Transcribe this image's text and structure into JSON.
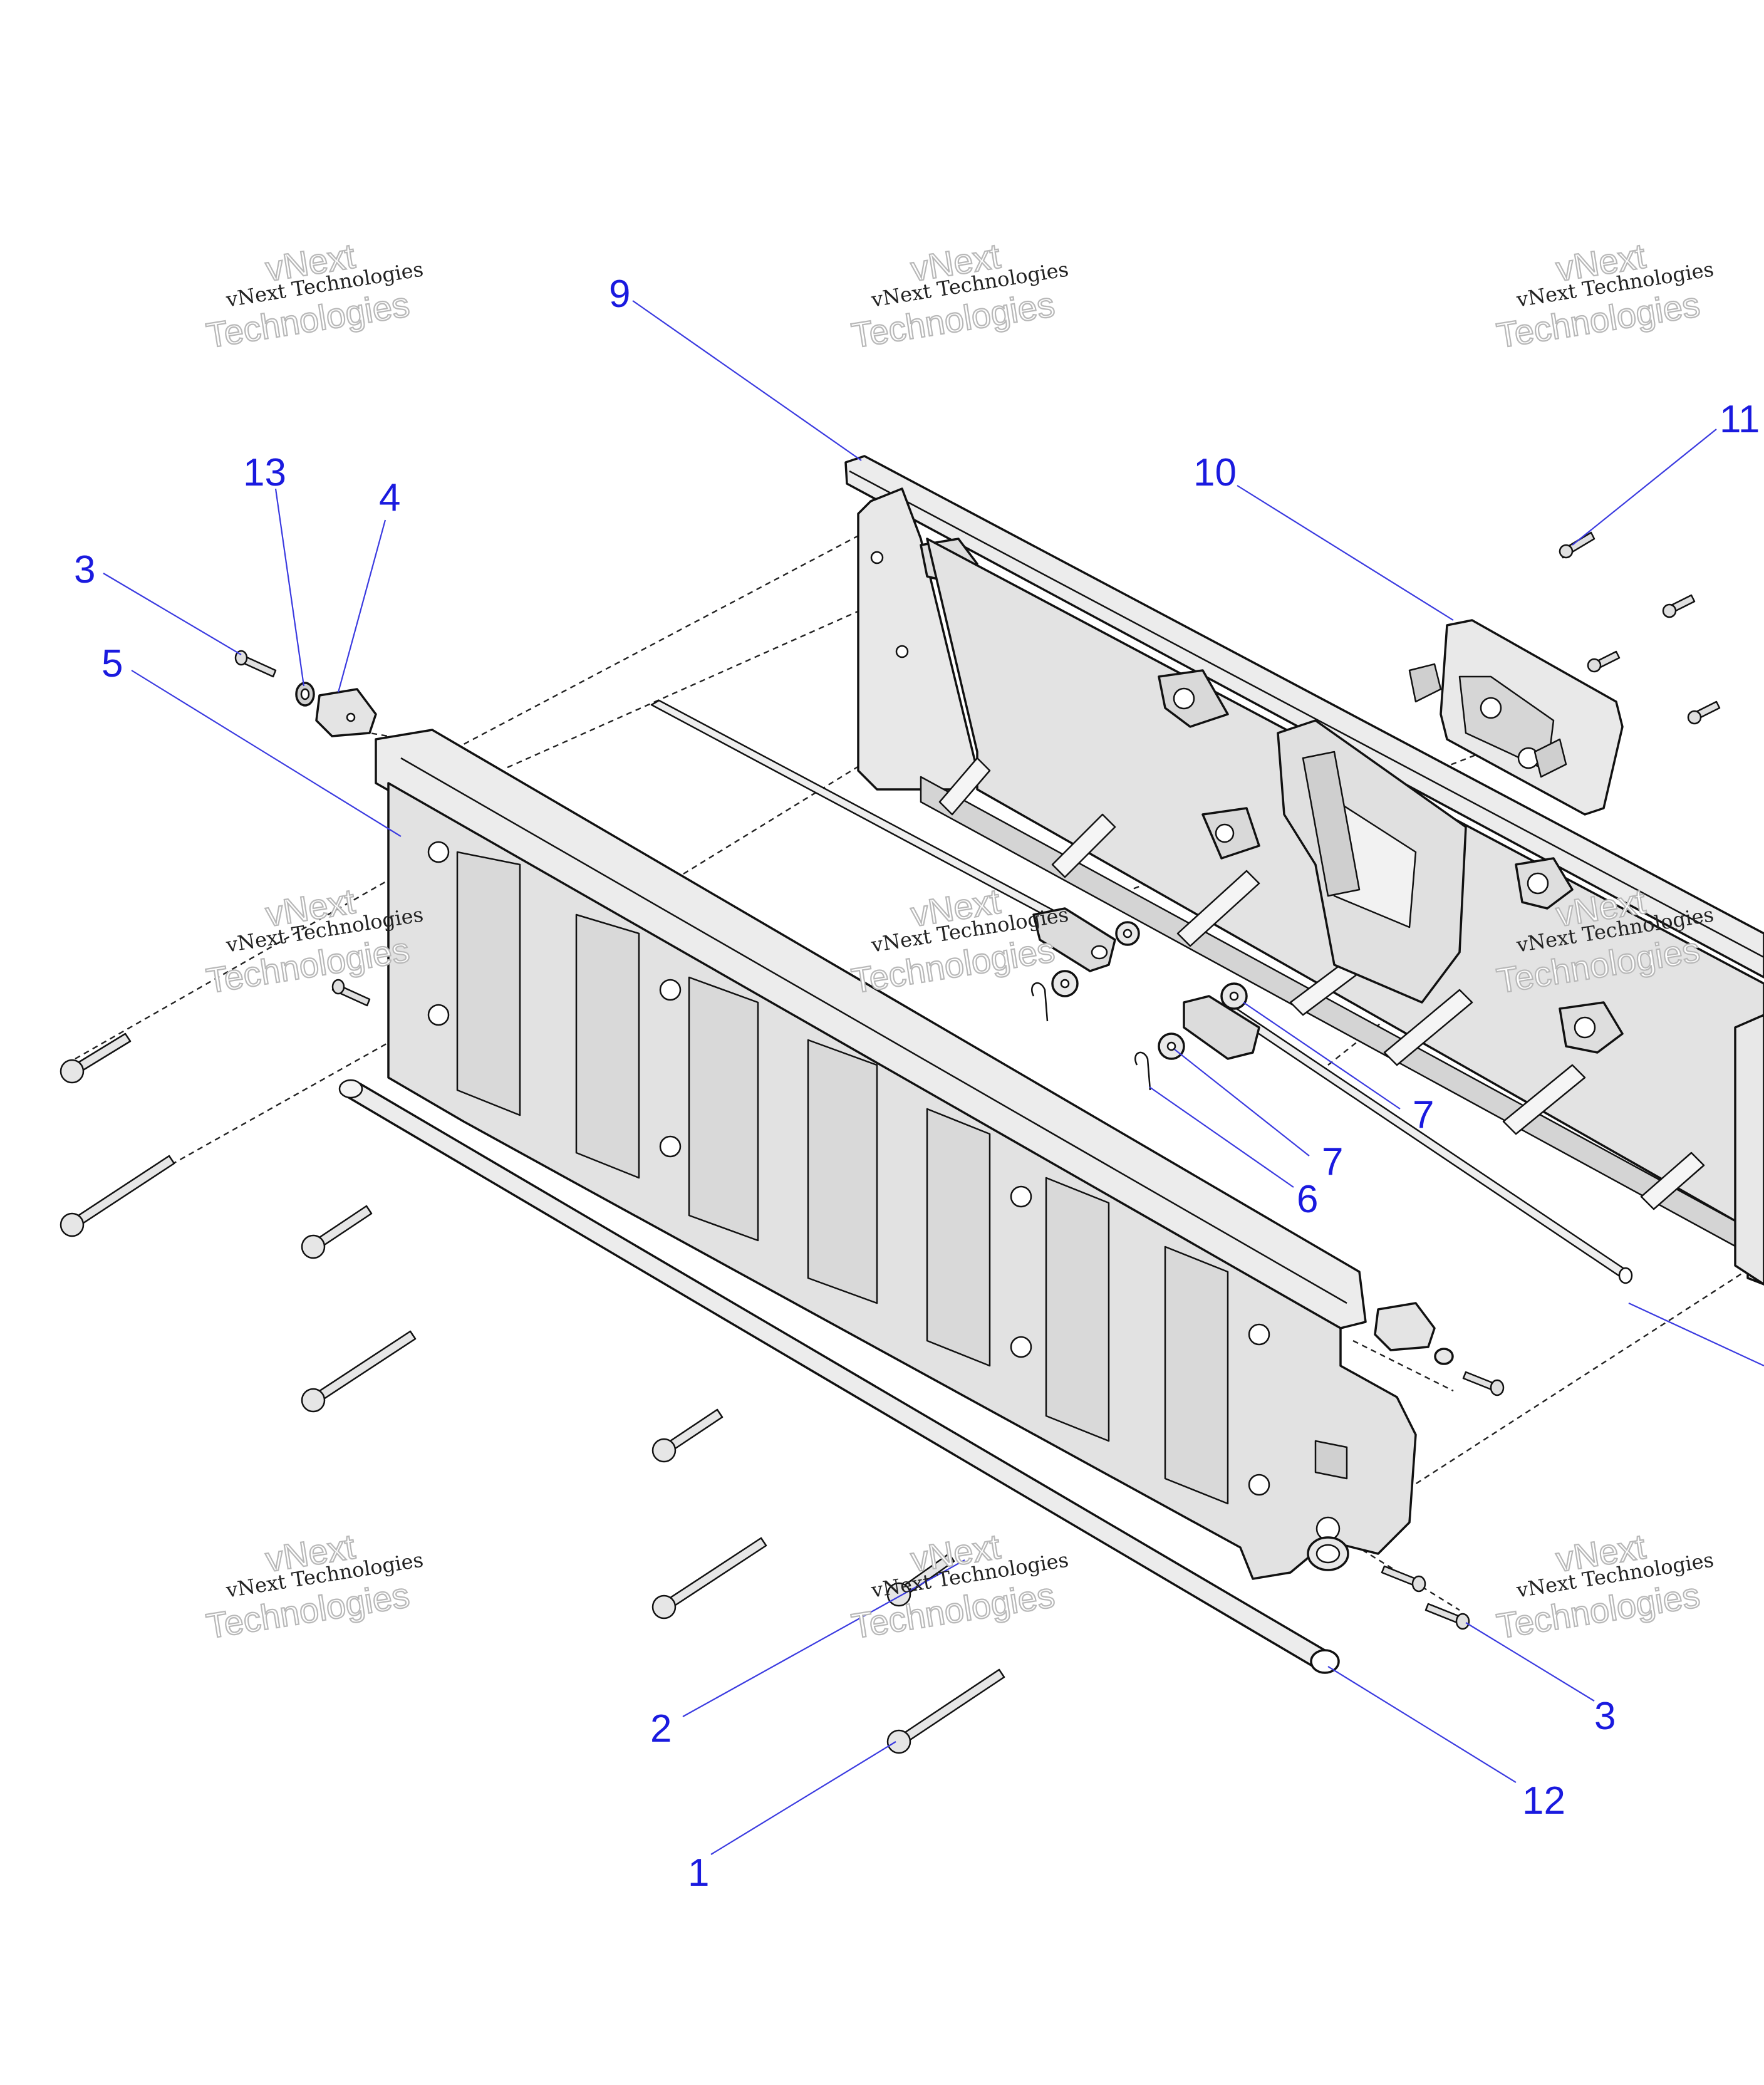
{
  "diagram": {
    "type": "exploded-parts-diagram",
    "colors": {
      "callout_text": "#1a1adf",
      "leader_line": "#3a3ae0",
      "part_fill": "#e6e6e6",
      "part_stroke": "#111111",
      "watermark_outline": "#b8b8b8"
    },
    "callouts": [
      {
        "id": "c9",
        "label": "9"
      },
      {
        "id": "c10",
        "label": "10"
      },
      {
        "id": "c11",
        "label": "11"
      },
      {
        "id": "c13",
        "label": "13"
      },
      {
        "id": "c4",
        "label": "4"
      },
      {
        "id": "c3a",
        "label": "3"
      },
      {
        "id": "c5",
        "label": "5"
      },
      {
        "id": "c7a",
        "label": "7"
      },
      {
        "id": "c7b",
        "label": "7"
      },
      {
        "id": "c6",
        "label": "6"
      },
      {
        "id": "c3b",
        "label": "3"
      },
      {
        "id": "c2",
        "label": "2"
      },
      {
        "id": "c12",
        "label": "12"
      },
      {
        "id": "c1",
        "label": "1"
      }
    ],
    "watermark": {
      "line_small": "vNext Technologies",
      "line_big_1": "vNext",
      "line_big_2": "Technologies"
    }
  }
}
